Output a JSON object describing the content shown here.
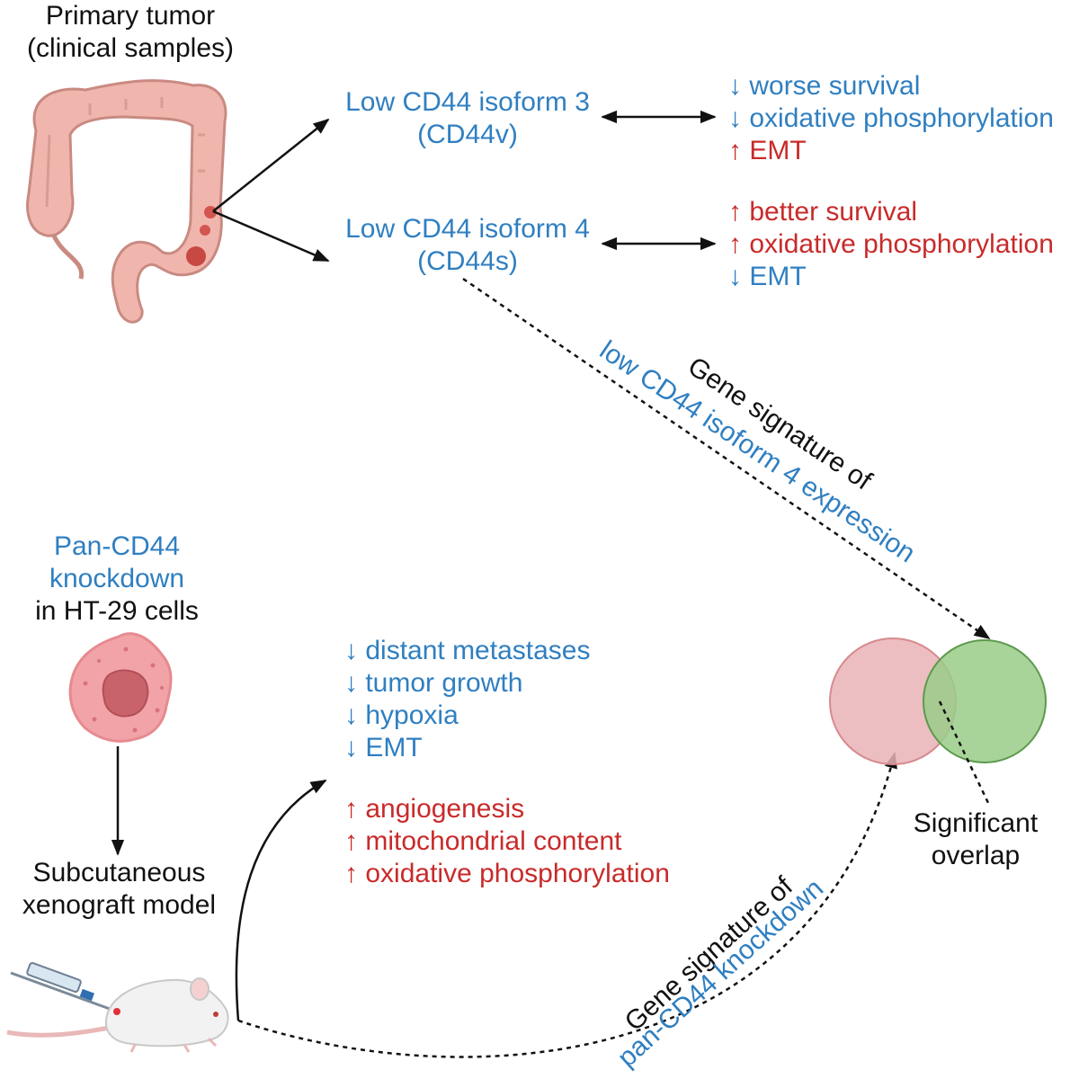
{
  "colors": {
    "blue": "#2f7fc1",
    "red": "#c92a2a",
    "black": "#111111",
    "colon_fill": "#f0b6ae",
    "colon_stroke": "#c98a82",
    "circle_pink": "#eab3b6",
    "circle_green": "#99cc88"
  },
  "primary": {
    "line1": "Primary tumor",
    "line2": "(clinical samples)"
  },
  "iso3": {
    "line1": "Low CD44 isoform 3",
    "line2": "(CD44v)",
    "effects": [
      {
        "arrow": "↓",
        "text": "worse survival",
        "color": "blue"
      },
      {
        "arrow": "↓",
        "text": "oxidative phosphorylation",
        "color": "blue"
      },
      {
        "arrow": "↑",
        "text": "EMT",
        "color": "red"
      }
    ]
  },
  "iso4": {
    "line1": "Low CD44 isoform 4",
    "line2": "(CD44s)",
    "effects": [
      {
        "arrow": "↑",
        "text": "better survival",
        "color": "red"
      },
      {
        "arrow": "↑",
        "text": "oxidative phosphorylation",
        "color": "red"
      },
      {
        "arrow": "↓",
        "text": "EMT",
        "color": "blue"
      }
    ]
  },
  "sig_iso4": {
    "line1": "Gene signature of",
    "line2": "low CD44 isoform 4 expression"
  },
  "pan": {
    "line1": "Pan-CD44",
    "line2": "knockdown",
    "line3": "in HT-29 cells"
  },
  "xenograft": {
    "line1": "Subcutaneous",
    "line2": "xenograft model"
  },
  "knockdown_effects": {
    "down": [
      {
        "arrow": "↓",
        "text": "distant metastases"
      },
      {
        "arrow": "↓",
        "text": "tumor growth"
      },
      {
        "arrow": "↓",
        "text": "hypoxia"
      },
      {
        "arrow": "↓",
        "text": "EMT"
      }
    ],
    "up": [
      {
        "arrow": "↑",
        "text": "angiogenesis"
      },
      {
        "arrow": "↑",
        "text": "mitochondrial content"
      },
      {
        "arrow": "↑",
        "text": "oxidative phosphorylation"
      }
    ]
  },
  "overlap": {
    "line1": "Significant",
    "line2": "overlap"
  },
  "sig_pan": {
    "line1": "Gene signature of",
    "line2": "pan-CD44 knockdown"
  }
}
